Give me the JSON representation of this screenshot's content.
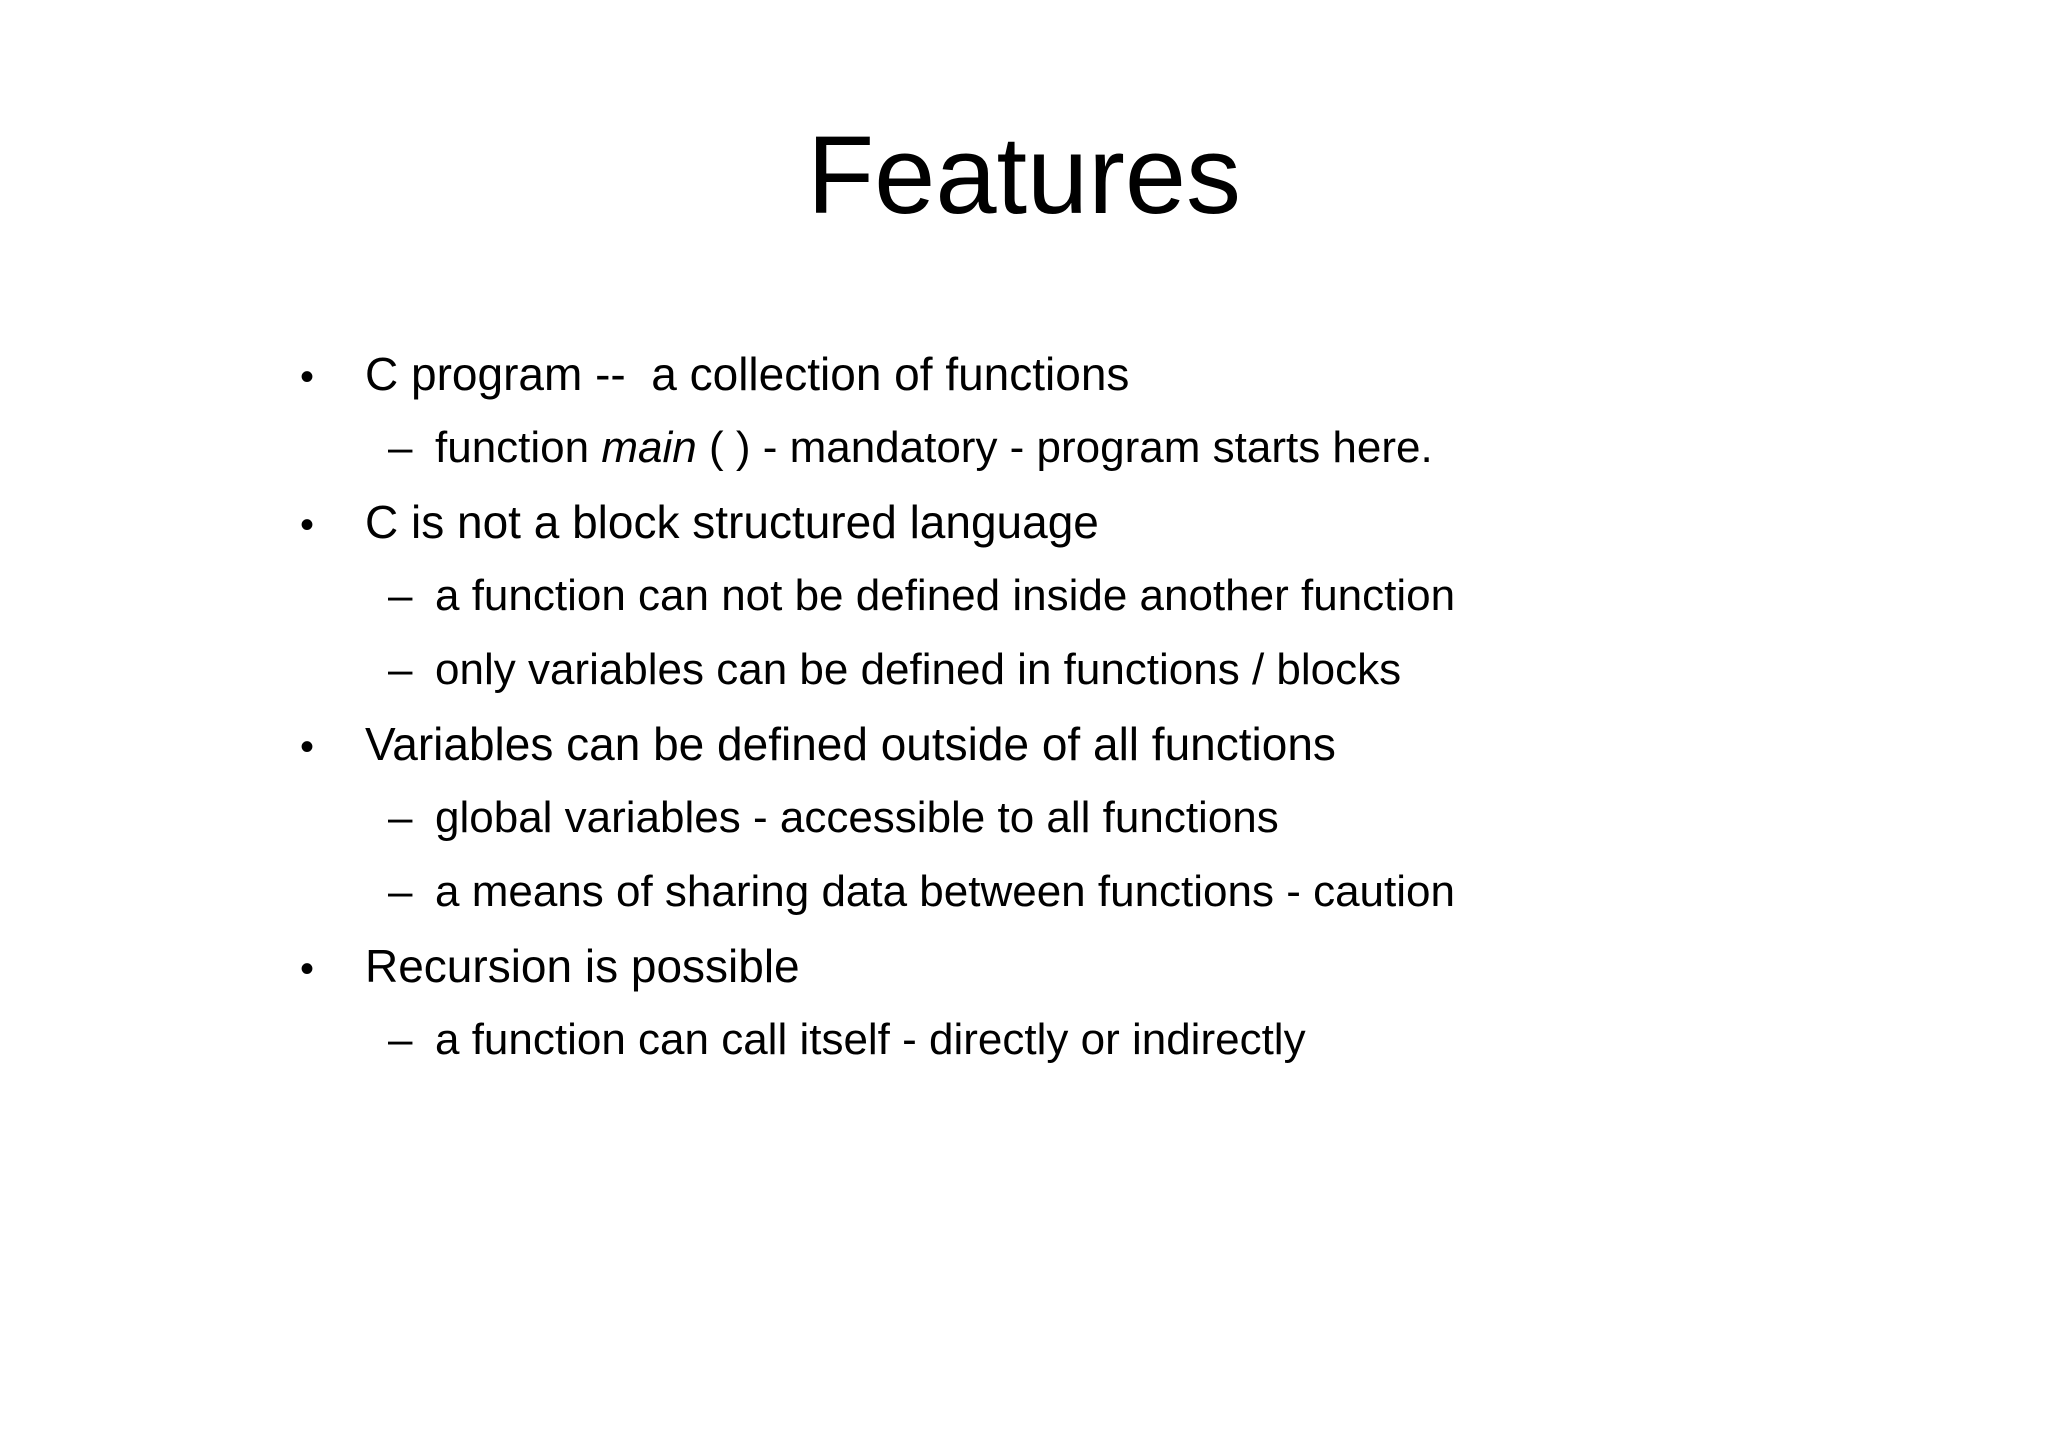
{
  "slide": {
    "title": "Features",
    "colors": {
      "background": "#ffffff",
      "text": "#000000"
    },
    "markers": {
      "level1": "•",
      "level2": "–"
    },
    "bullets": [
      {
        "level": 1,
        "segments": [
          {
            "text": "C program --  a collection of functions"
          }
        ]
      },
      {
        "level": 2,
        "segments": [
          {
            "text": "function "
          },
          {
            "text": "main",
            "italic": true
          },
          {
            "text": " ( ) - mandatory - program starts here."
          }
        ]
      },
      {
        "level": 1,
        "segments": [
          {
            "text": "C is not a block structured language"
          }
        ]
      },
      {
        "level": 2,
        "segments": [
          {
            "text": "a function can not be defined inside another function"
          }
        ]
      },
      {
        "level": 2,
        "segments": [
          {
            "text": "only variables can be defined in functions / blocks"
          }
        ]
      },
      {
        "level": 1,
        "segments": [
          {
            "text": "Variables can be defined outside of all functions"
          }
        ]
      },
      {
        "level": 2,
        "segments": [
          {
            "text": "global variables - accessible to all functions"
          }
        ]
      },
      {
        "level": 2,
        "segments": [
          {
            "text": "a means of sharing data between functions - caution"
          }
        ]
      },
      {
        "level": 1,
        "segments": [
          {
            "text": "Recursion is possible"
          }
        ]
      },
      {
        "level": 2,
        "segments": [
          {
            "text": "a function can call itself - directly or indirectly"
          }
        ]
      }
    ]
  }
}
